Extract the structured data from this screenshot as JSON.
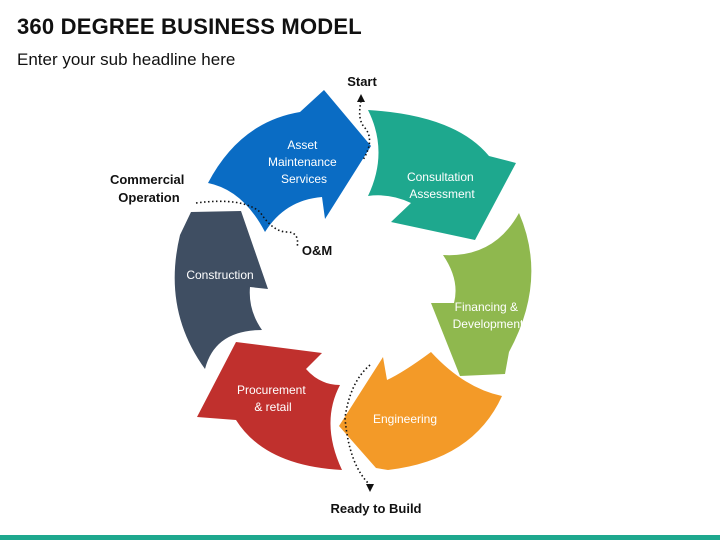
{
  "title": "360 DEGREE BUSINESS MODEL",
  "subtitle": "Enter your sub headline here",
  "segments": [
    {
      "id": "asset",
      "lines": [
        "Asset",
        "Maintenance",
        "Services"
      ],
      "color": "#0a6cc4"
    },
    {
      "id": "consultation",
      "lines": [
        "Consultation",
        "Assessment"
      ],
      "color": "#1ea88e"
    },
    {
      "id": "financing",
      "lines": [
        "Financing &",
        "Development"
      ],
      "color": "#8fb84e"
    },
    {
      "id": "engineering",
      "lines": [
        "Engineering"
      ],
      "color": "#f39a28"
    },
    {
      "id": "procurement",
      "lines": [
        "Procurement",
        "& retail"
      ],
      "color": "#c0302d"
    },
    {
      "id": "construction",
      "lines": [
        "Construction"
      ],
      "color": "#3f4e62"
    }
  ],
  "annotations": {
    "start": "Start",
    "commercial": [
      "Commercial",
      "Operation"
    ],
    "om": "O&M",
    "ready": "Ready to Build"
  },
  "colors": {
    "accent_bar": "#1ea88e",
    "text": "#111111"
  }
}
